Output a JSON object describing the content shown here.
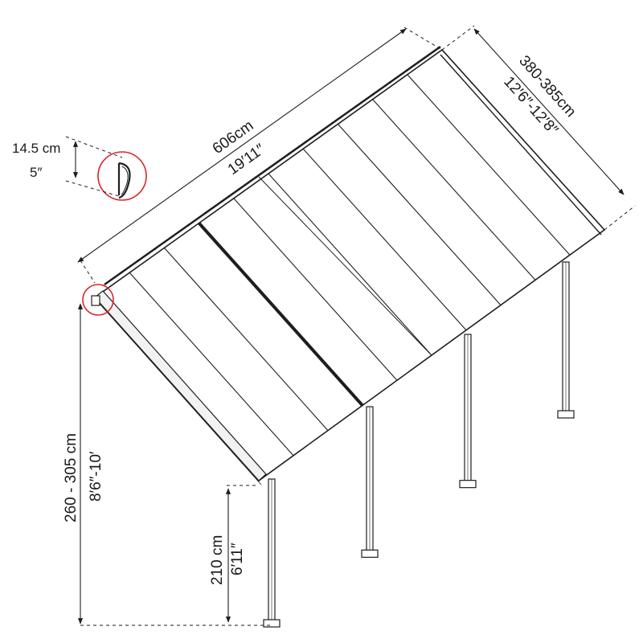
{
  "dimensions": {
    "width": {
      "metric": "606cm",
      "imperial": "19′11″"
    },
    "depth": {
      "metric": "380-385cm",
      "imperial": "12′6″-12′8″"
    },
    "gutter": {
      "metric": "14.5 cm",
      "imperial": "5″"
    },
    "total_height": {
      "metric": "260 - 305 cm",
      "imperial": "8′6″-10′"
    },
    "low_height": {
      "metric": "210 cm",
      "imperial": "6′11″"
    }
  },
  "colors": {
    "line": "#1e1e1e",
    "highlight_circle": "#d62828"
  },
  "structure": {
    "roof_panels": 10,
    "posts": 4
  }
}
